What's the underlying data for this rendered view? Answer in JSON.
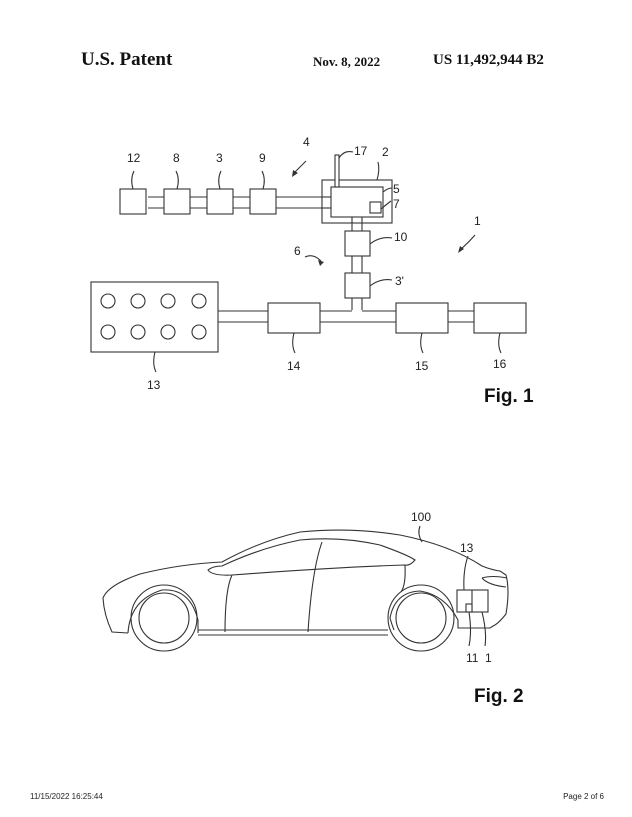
{
  "header": {
    "left": "U.S. Patent",
    "date": "Nov. 8, 2022",
    "number": "US 11,492,944 B2"
  },
  "figure1": {
    "caption": "Fig. 1",
    "labels": {
      "l12": "12",
      "l8": "8",
      "l3": "3",
      "l9": "9",
      "l4": "4",
      "l17": "17",
      "l2": "2",
      "l5": "5",
      "l7": "7",
      "l10": "10",
      "l6": "6",
      "l1": "1",
      "l3p": "3'",
      "l13": "13",
      "l14": "14",
      "l15": "15",
      "l16": "16"
    }
  },
  "figure2": {
    "caption": "Fig. 2",
    "labels": {
      "l100": "100",
      "l13": "13",
      "l11": "11",
      "l1": "1"
    }
  },
  "footer": {
    "timestamp": "11/15/2022 16:25:44",
    "page": "Page 2 of 6"
  }
}
